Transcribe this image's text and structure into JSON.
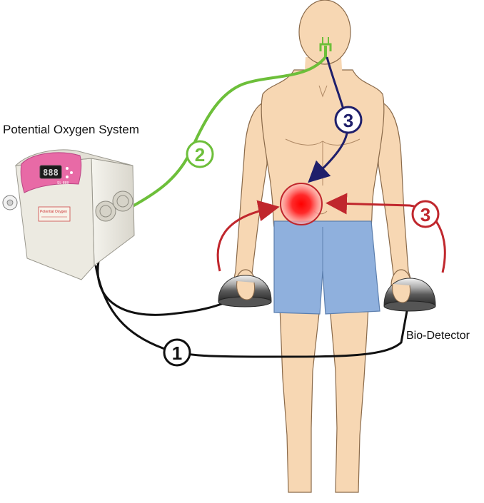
{
  "labels": {
    "system": "Potential Oxygen System",
    "detector": "Bio-Detector"
  },
  "steps": [
    {
      "number": "1",
      "color": "#111111"
    },
    {
      "number": "2",
      "color": "#6dbf3a"
    },
    {
      "number": "3",
      "color": "#1f1f6b"
    },
    {
      "number": "3",
      "color": "#c0272d"
    }
  ],
  "device": {
    "display": "888",
    "brand": "SL-888",
    "sticker": "Potential Oxygen"
  },
  "colors": {
    "skin": "#f7d7b3",
    "shorts": "#8fb0dd",
    "device_body": "#eceae1",
    "device_top": "#e86aa6",
    "tube_green": "#6dbf3a",
    "wire_black": "#111111",
    "arrow_red": "#c0272d",
    "arrow_navy": "#1f1f6b",
    "target_red": "#ff1a1a"
  }
}
